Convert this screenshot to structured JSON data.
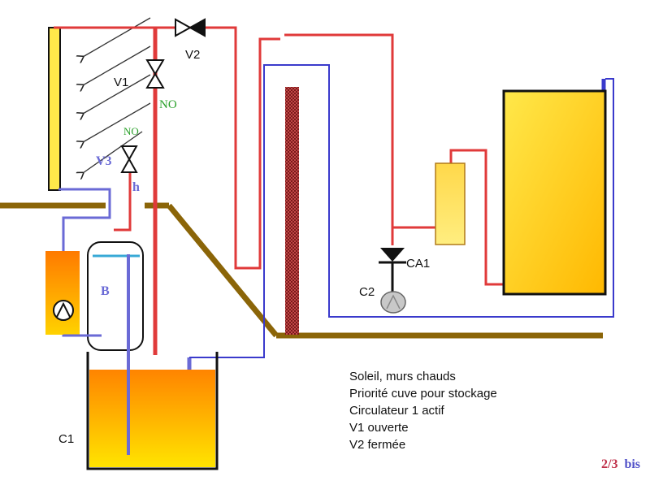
{
  "labels": {
    "v1": "V1",
    "v2": "V2",
    "v3": "V3",
    "no_v1": "NO",
    "no_v3": "NO",
    "h": "h",
    "b": "B",
    "c1": "C1",
    "c2": "C2",
    "ca1": "CA1"
  },
  "description": [
    "Soleil, murs chauds",
    "Priorité cuve pour stockage",
    "Circulateur 1 actif",
    "V1 ouverte",
    "V2 fermée"
  ],
  "page": {
    "number": "2/3",
    "suffix": "bis"
  },
  "colors": {
    "hot_pipe": "#e03a3a",
    "cold_pipe": "#6a6ad6",
    "ground": "#8b6508",
    "tank_top": "#ff8a00",
    "tank_bottom": "#ffe000",
    "collector": "#ffe23a",
    "storage": "#ffe23a",
    "wall_hatch": "#b02a2a"
  },
  "icons": [
    "valve-icon",
    "pump-icon",
    "check-valve-icon",
    "arrow-icon"
  ]
}
